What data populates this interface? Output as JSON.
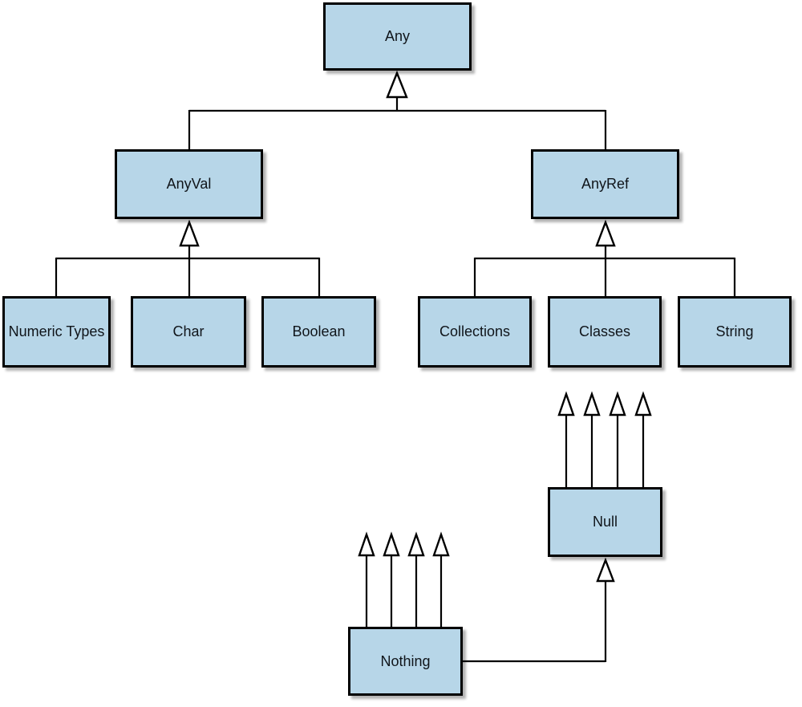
{
  "diagram": {
    "background": "#ffffff",
    "node_fill": "#b7d6e8",
    "node_border": "#000000",
    "connector_color": "#000000"
  },
  "nodes": {
    "any": "Any",
    "anyval": "AnyVal",
    "anyref": "AnyRef",
    "numeric_types": "Numeric Types",
    "char": "Char",
    "boolean": "Boolean",
    "collections": "Collections",
    "classes": "Classes",
    "string": "String",
    "null": "Null",
    "nothing": "Nothing"
  }
}
